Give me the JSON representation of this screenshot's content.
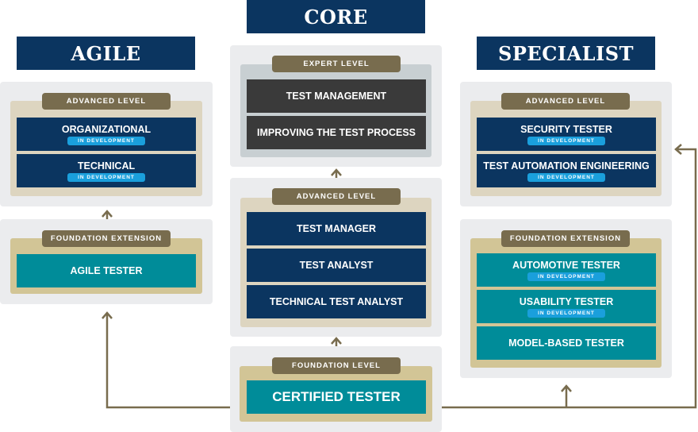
{
  "headers": {
    "core": "CORE",
    "agile": "AGILE",
    "specialist": "SPECIALIST"
  },
  "badge": "IN DEVELOPMENT",
  "agile": {
    "advanced": {
      "label": "ADVANCED LEVEL",
      "items": [
        "ORGANIZATIONAL",
        "TECHNICAL"
      ]
    },
    "foundation": {
      "label": "FOUNDATION EXTENSION",
      "items": [
        "AGILE TESTER"
      ]
    }
  },
  "core": {
    "expert": {
      "label": "EXPERT LEVEL",
      "items": [
        "TEST MANAGEMENT",
        "IMPROVING THE TEST PROCESS"
      ]
    },
    "advanced": {
      "label": "ADVANCED LEVEL",
      "items": [
        "TEST MANAGER",
        "TEST ANALYST",
        "TECHNICAL TEST ANALYST"
      ]
    },
    "foundation": {
      "label": "FOUNDATION LEVEL",
      "items": [
        "CERTIFIED TESTER"
      ]
    }
  },
  "specialist": {
    "advanced": {
      "label": "ADVANCED LEVEL",
      "items": [
        "SECURITY TESTER",
        "TEST AUTOMATION ENGINEERING"
      ]
    },
    "foundation": {
      "label": "FOUNDATION EXTENSION",
      "items": [
        "AUTOMOTIVE TESTER",
        "USABILITY TESTER",
        "MODEL-BASED TESTER"
      ]
    }
  },
  "colors": {
    "navy": "#0b3560",
    "teal": "#008c99",
    "tab": "#786c4e",
    "badge": "#1a9fdc",
    "arrow": "#786c4e"
  }
}
